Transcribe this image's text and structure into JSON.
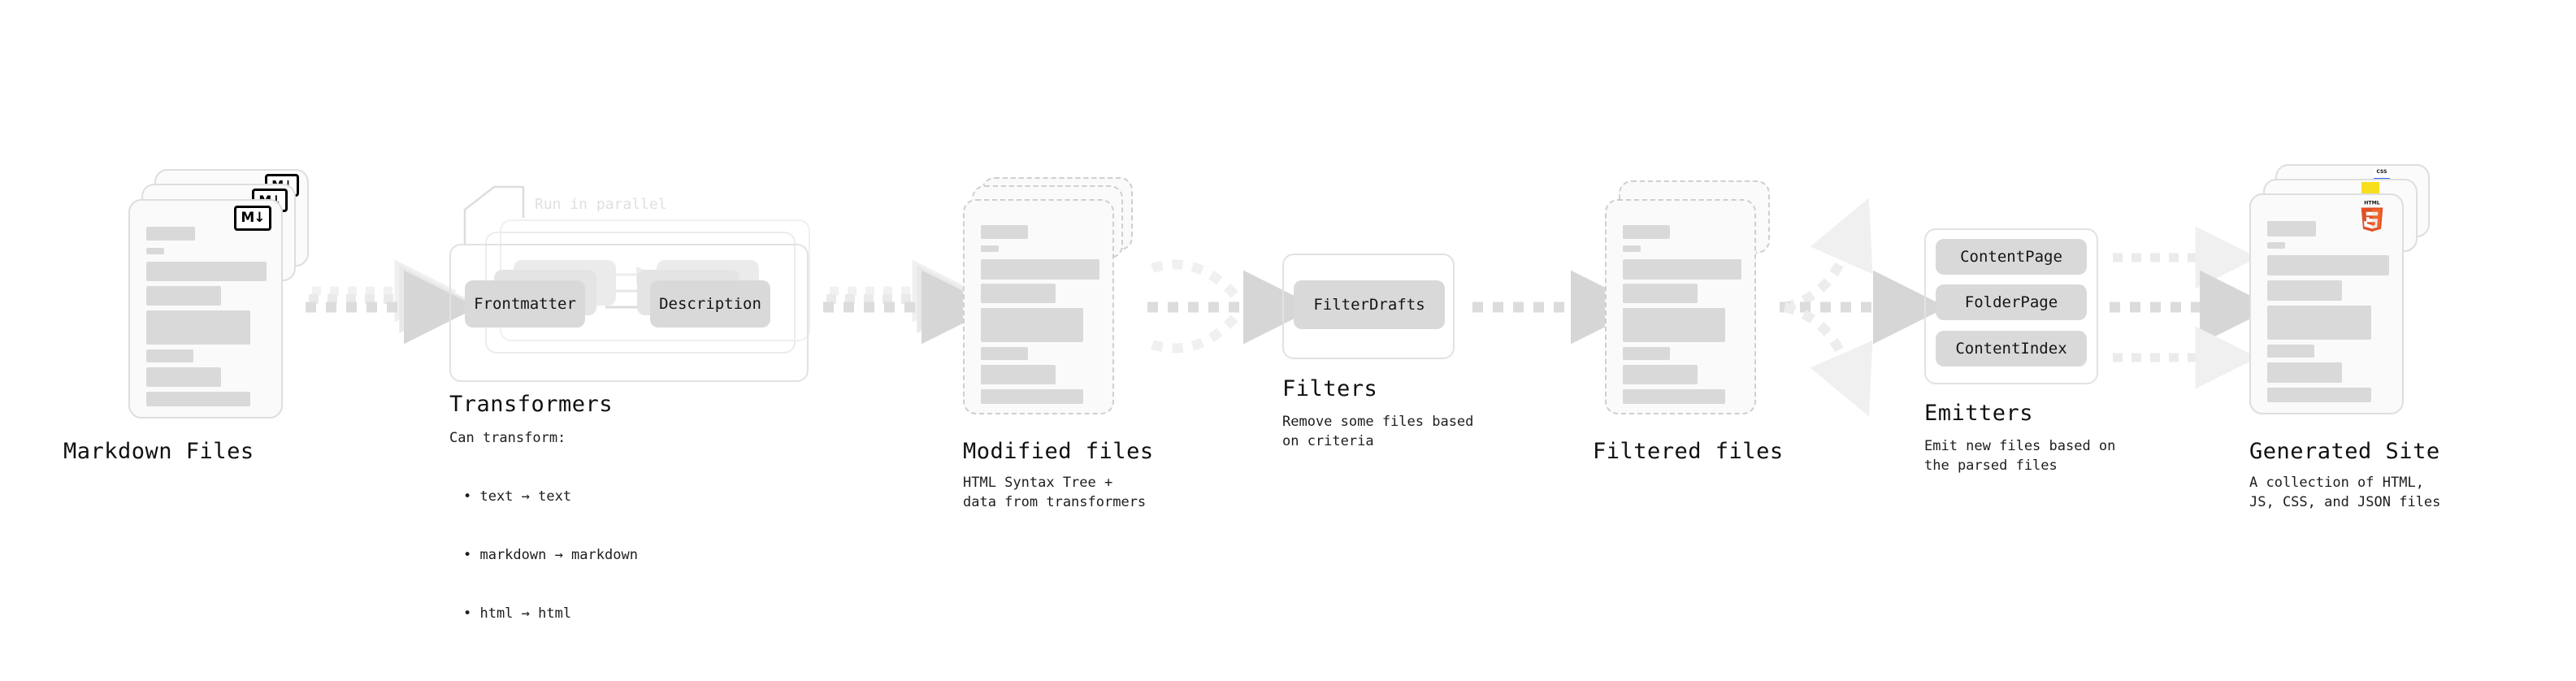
{
  "diagram": {
    "type": "pipeline-flow",
    "background": "#ffffff",
    "accent_colors": {
      "skeleton": "#d9d9d9",
      "card_border": "#dedede",
      "dashed_border": "#cfcfcf",
      "arrow": "#d5d5d5",
      "pill": "#d9d9d9",
      "html5": "#e34f26",
      "css3": "#2965f1",
      "javascript": "#f7df1e"
    },
    "stages": [
      {
        "id": "markdown-files",
        "title": "Markdown Files",
        "description": "",
        "kind": "file-stack",
        "card_style": "solid",
        "badge": "markdown-icon",
        "badge_text": "M↓"
      },
      {
        "id": "transformers",
        "title": "Transformers",
        "description": "Can transform:",
        "kind": "group",
        "note": "Run in parallel",
        "items": [
          "Frontmatter",
          "Description"
        ],
        "bullets": [
          "• text → text",
          "• markdown → markdown",
          "• html → html"
        ]
      },
      {
        "id": "modified-files",
        "title": "Modified files",
        "description": "HTML Syntax Tree +\ndata from transformers",
        "kind": "file-stack",
        "card_style": "dashed",
        "badge": null
      },
      {
        "id": "filters",
        "title": "Filters",
        "description": "Remove some files based\non criteria",
        "kind": "group",
        "items": [
          "FilterDrafts"
        ]
      },
      {
        "id": "filtered-files",
        "title": "Filtered files",
        "description": "",
        "kind": "file-stack",
        "card_style": "dashed",
        "badge": null
      },
      {
        "id": "emitters",
        "title": "Emitters",
        "description": "Emit new files based on\nthe parsed files",
        "kind": "group",
        "items": [
          "ContentPage",
          "FolderPage",
          "ContentIndex"
        ]
      },
      {
        "id": "generated-site",
        "title": "Generated Site",
        "description": "A collection of HTML,\nJS, CSS, and JSON files",
        "kind": "file-stack",
        "card_style": "solid",
        "badge": "html5-icon",
        "badge_text": "HTML",
        "badge_number": "5",
        "secondary_badges": [
          "css3-icon",
          "javascript-icon"
        ],
        "css_badge_text": "CSS"
      }
    ],
    "connectors": [
      {
        "from": "markdown-files",
        "to": "transformers",
        "style": "dashed-arrow-stack"
      },
      {
        "from": "transformers",
        "to": "modified-files",
        "style": "dashed-arrow-stack"
      },
      {
        "from": "modified-files",
        "to": "filters",
        "style": "dashed-arrow-merge"
      },
      {
        "from": "filters",
        "to": "filtered-files",
        "style": "dashed-arrow"
      },
      {
        "from": "filtered-files",
        "to": "emitters",
        "style": "dashed-arrow-fan"
      },
      {
        "from": "emitters",
        "to": "generated-site",
        "style": "dashed-arrow-fan"
      }
    ]
  }
}
